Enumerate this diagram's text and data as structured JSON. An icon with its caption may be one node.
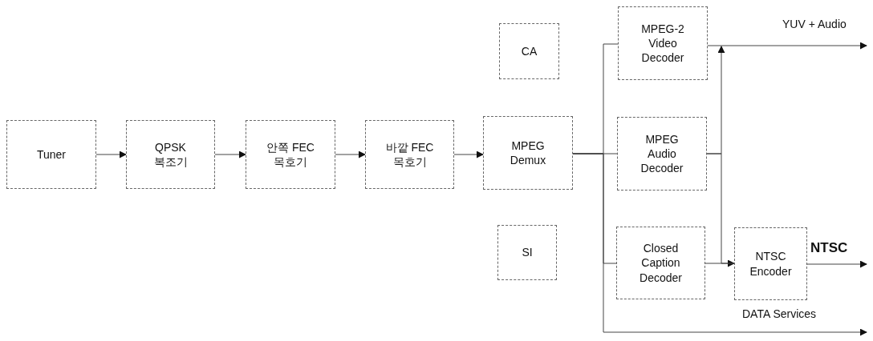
{
  "diagram": {
    "nodes": [
      {
        "text": [
          "Tuner"
        ]
      },
      {
        "text": [
          "QPSK 복조기"
        ]
      },
      {
        "text": [
          "안쪽 FEC 목호기"
        ]
      },
      {
        "text": [
          "바깥 FEC 목호기"
        ]
      },
      {
        "text": [
          "MPEG Demux"
        ]
      },
      {
        "text": [
          "CA"
        ]
      },
      {
        "text": [
          "SI"
        ]
      },
      {
        "text": [
          "MPEG-2 Video Decoder"
        ]
      },
      {
        "text": [
          "MPEG Audio Decoder"
        ]
      },
      {
        "text": [
          "Closed Caption Decoder"
        ]
      },
      {
        "text": [
          "NTSC Encoder"
        ]
      }
    ],
    "edges": [
      {
        "from": 0,
        "to": 1,
        "arrow": "to"
      },
      {
        "from": 1,
        "to": 2,
        "arrow": "to"
      },
      {
        "from": 2,
        "to": 3,
        "arrow": "to"
      },
      {
        "from": 3,
        "to": 4,
        "arrow": "to"
      },
      {
        "from": 4,
        "to": 7,
        "arrow": "none"
      },
      {
        "from": 4,
        "to": 8,
        "arrow": "none"
      },
      {
        "from": 4,
        "to": 9,
        "arrow": "none"
      },
      {
        "from": 4,
        "to": null,
        "arrow": "to"
      },
      {
        "from": 7,
        "to": null,
        "arrow": "to"
      },
      {
        "from": 8,
        "to": 7,
        "arrow": "to"
      },
      {
        "from": 8,
        "to": 10,
        "arrow": "to"
      },
      {
        "from": 9,
        "to": 10,
        "arrow": "none"
      },
      {
        "from": 10,
        "to": null,
        "arrow": "to"
      }
    ],
    "labels": [
      "YUV + Audio",
      "NTSC",
      "DATA Services"
    ]
  }
}
